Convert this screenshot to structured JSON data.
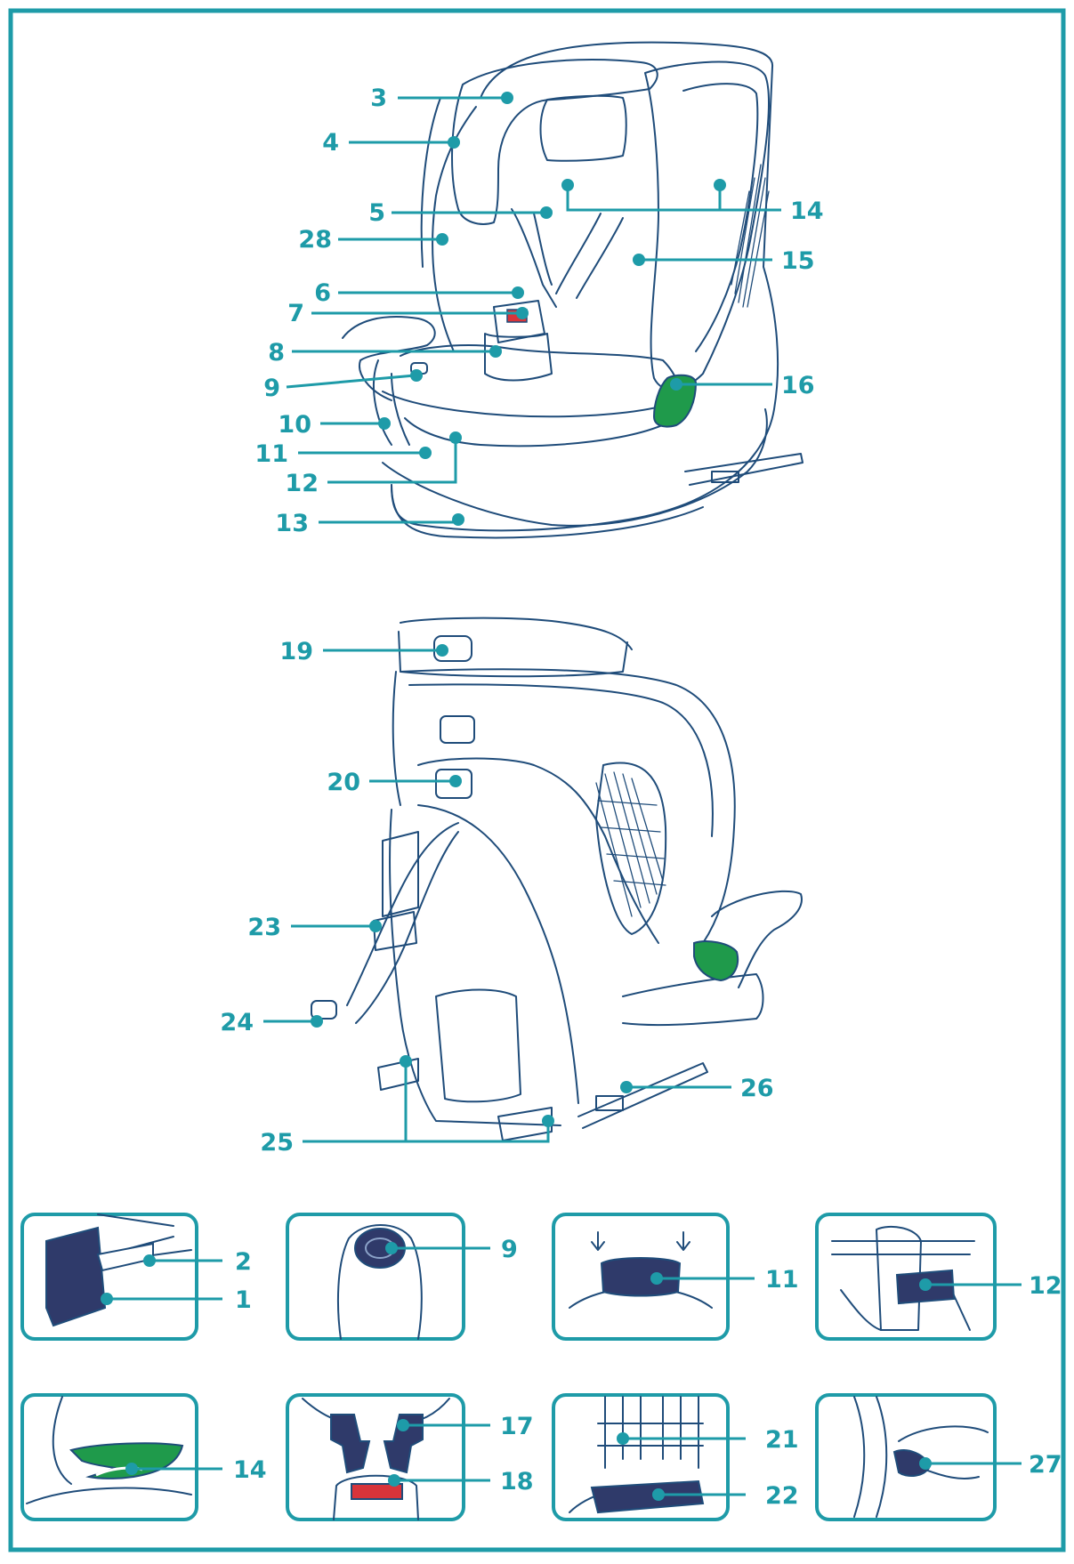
{
  "top_view_callouts": [
    {
      "num": "3"
    },
    {
      "num": "4"
    },
    {
      "num": "5"
    },
    {
      "num": "28"
    },
    {
      "num": "6"
    },
    {
      "num": "7"
    },
    {
      "num": "8"
    },
    {
      "num": "9"
    },
    {
      "num": "10"
    },
    {
      "num": "11"
    },
    {
      "num": "12"
    },
    {
      "num": "13"
    },
    {
      "num": "14"
    },
    {
      "num": "15"
    },
    {
      "num": "16"
    }
  ],
  "back_view_callouts": [
    {
      "num": "19"
    },
    {
      "num": "20"
    },
    {
      "num": "23"
    },
    {
      "num": "24"
    },
    {
      "num": "25"
    },
    {
      "num": "26"
    }
  ],
  "detail_panels": [
    {
      "id": "isofix-connector",
      "callouts": [
        "2",
        "1"
      ]
    },
    {
      "id": "harness-adjuster-button",
      "callouts": [
        "9"
      ]
    },
    {
      "id": "headrest-adjuster",
      "callouts": [
        "11"
      ]
    },
    {
      "id": "belt-guide-clip",
      "callouts": [
        "12"
      ]
    },
    {
      "id": "side-impact-indicator",
      "callouts": [
        "14"
      ]
    },
    {
      "id": "buckle-tongues",
      "callouts": [
        "17",
        "18"
      ]
    },
    {
      "id": "harness-slots",
      "callouts": [
        "21",
        "22"
      ]
    },
    {
      "id": "recline-handle",
      "callouts": [
        "27"
      ]
    }
  ],
  "colors": {
    "frame": "#1e9ba8",
    "callout": "#1e9ba8",
    "outline": "#1f4c7a",
    "highlight_green": "#1f9a4b",
    "highlight_red": "#d8343a",
    "highlight_navy": "#2f3a6a"
  }
}
